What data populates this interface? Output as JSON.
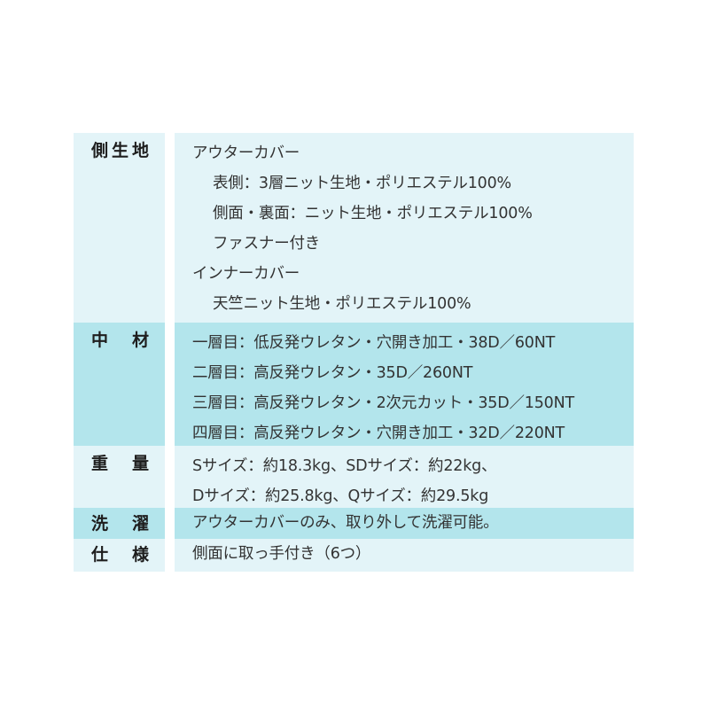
{
  "spec_table": {
    "rows": [
      {
        "label": "側生地",
        "label_chars": [
          "側",
          "生",
          "地"
        ],
        "lines": [
          {
            "text": "アウターカバー",
            "indent": false
          },
          {
            "text": "表側：3層ニット生地・ポリエステル100%",
            "indent": true
          },
          {
            "text": "側面・裏面：ニット生地・ポリエステル100%",
            "indent": true
          },
          {
            "text": "ファスナー付き",
            "indent": true
          },
          {
            "text": "インナーカバー",
            "indent": false
          },
          {
            "text": "天竺ニット生地・ポリエステル100%",
            "indent": true
          }
        ]
      },
      {
        "label": "中材",
        "label_chars": [
          "中",
          "材"
        ],
        "lines": [
          {
            "text": "一層目：低反発ウレタン・穴開き加工・38D／60NT",
            "indent": false
          },
          {
            "text": "二層目：高反発ウレタン・35D／260NT",
            "indent": false
          },
          {
            "text": "三層目：高反発ウレタン・2次元カット・35D／150NT",
            "indent": false
          },
          {
            "text": "四層目：高反発ウレタン・穴開き加工・32D／220NT",
            "indent": false
          }
        ]
      },
      {
        "label": "重量",
        "label_chars": [
          "重",
          "量"
        ],
        "lines": [
          {
            "text": "Sサイズ：約18.3kg、SDサイズ：約22kg、",
            "indent": false
          },
          {
            "text": "Dサイズ：約25.8kg、Qサイズ：約29.5kg",
            "indent": false
          }
        ]
      },
      {
        "label": "洗濯",
        "label_chars": [
          "洗",
          "濯"
        ],
        "lines": [
          {
            "text": "アウターカバーのみ、取り外して洗濯可能。",
            "indent": false
          }
        ]
      },
      {
        "label": "仕様",
        "label_chars": [
          "仕",
          "様"
        ],
        "lines": [
          {
            "text": "側面に取っ手付き（6つ）",
            "indent": false
          }
        ]
      }
    ]
  },
  "colors": {
    "row_light": "#e3f4f8",
    "row_dark": "#b3e5ec",
    "label_text": "#1e1e1e",
    "body_text": "#333333"
  }
}
